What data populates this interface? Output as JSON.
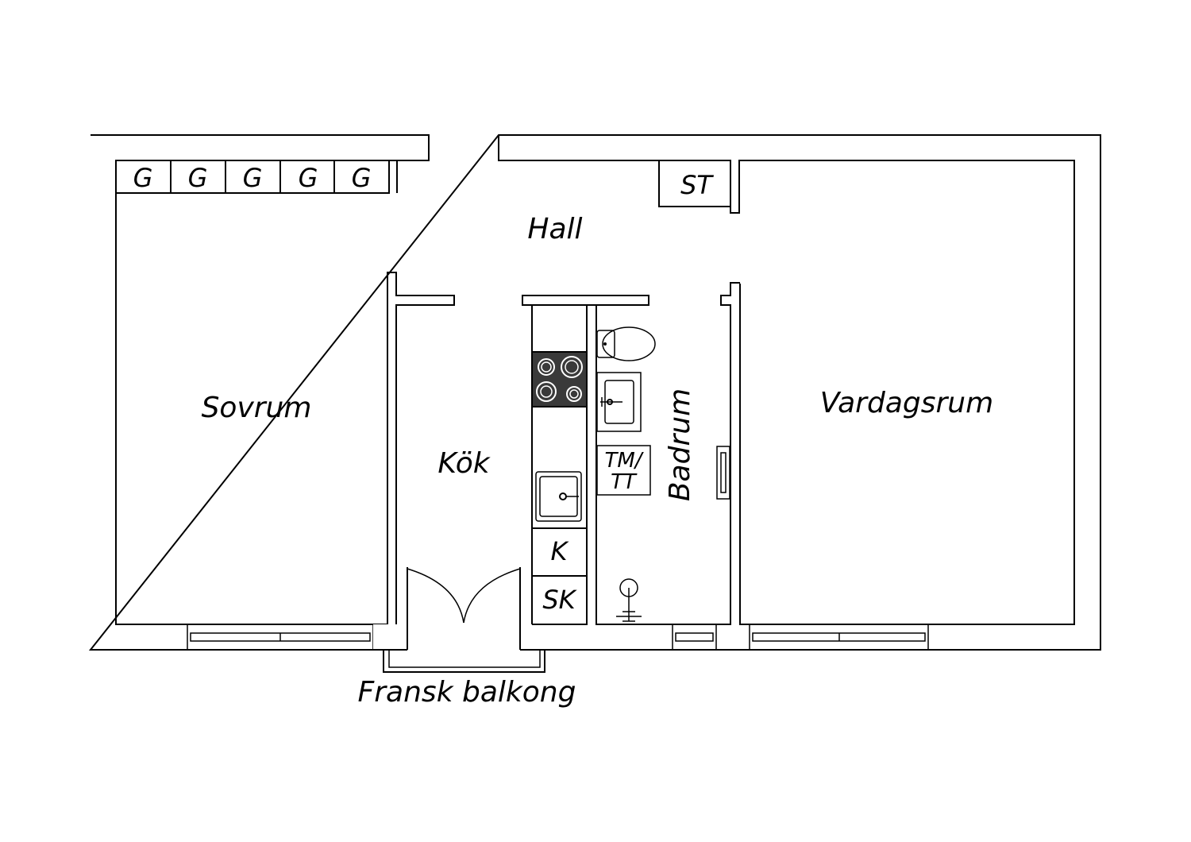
{
  "rooms": {
    "hall": "Hall",
    "sovrum": "Sovrum",
    "kok": "Kök",
    "badrum": "Badrum",
    "vardagsrum": "Vardagsrum",
    "balcony": "Fransk balkong"
  },
  "fixtures": {
    "wardrobe": [
      "G",
      "G",
      "G",
      "G",
      "G"
    ],
    "storage": "ST",
    "washer_line1": "TM/",
    "washer_line2": "TT",
    "fridge": "K",
    "freezer": "SK"
  },
  "colors": {
    "line": "#000000",
    "background": "#ffffff",
    "stove": "#3a3a3a"
  }
}
